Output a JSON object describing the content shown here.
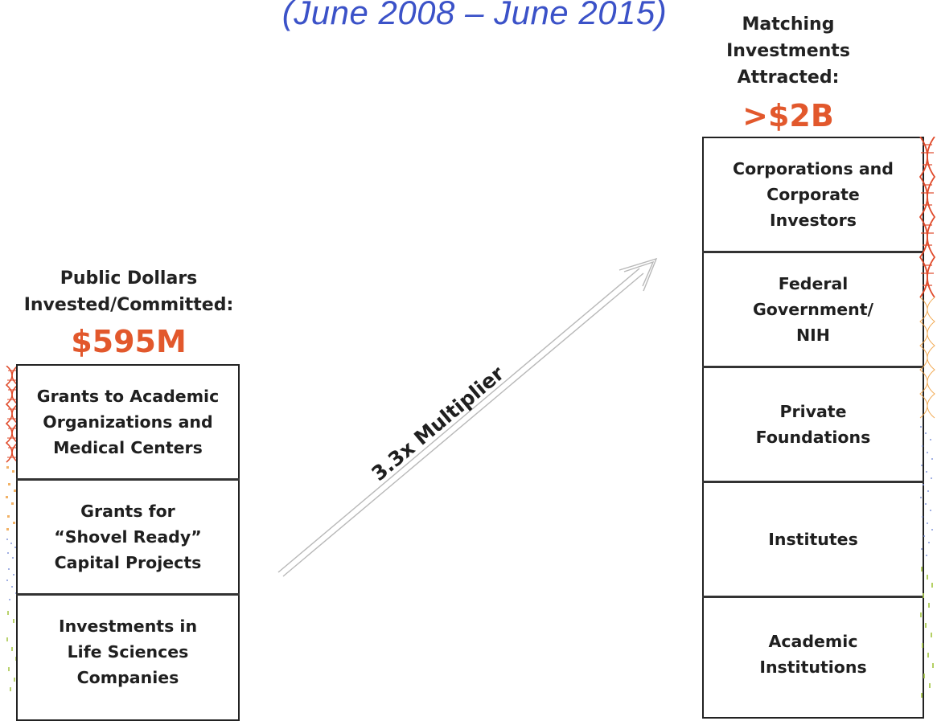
{
  "subtitle": "(June 2008 – June 2015)",
  "left": {
    "heading": "Public Dollars\nInvested/Committed:",
    "amount": "$595M",
    "boxes": [
      {
        "label": "Grants to Academic\nOrganizations and\nMedical Centers"
      },
      {
        "label": "Grants for\n“Shovel Ready”\nCapital Projects"
      },
      {
        "label": "Investments in\nLife Sciences\nCompanies"
      }
    ]
  },
  "arrow": {
    "label": "3.3x Multiplier"
  },
  "right": {
    "heading": "Matching\nInvestments\nAttracted:",
    "amount": ">$2B",
    "boxes": [
      {
        "label": "Corporations and\nCorporate\nInvestors"
      },
      {
        "label": "Federal\nGovernment/\nNIH"
      },
      {
        "label": "Private\nFoundations"
      },
      {
        "label": "Institutes"
      },
      {
        "label": "Academic\nInstitutions"
      }
    ]
  },
  "colors": {
    "subtitle": "#3b52c8",
    "amount": "#e2582c",
    "dna_red": "#e04a2a",
    "dna_orange": "#f0a040",
    "dots_blue": "#7a8fd8",
    "dots_green": "#a8c84a"
  }
}
